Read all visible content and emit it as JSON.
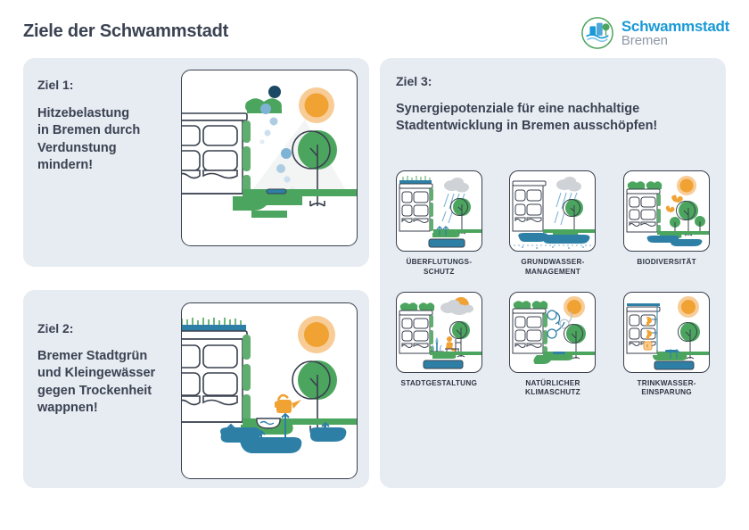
{
  "header": {
    "title": "Ziele der Schwammstadt",
    "logo": {
      "mark": "schwammstadt-emblem",
      "line1": "Schwammstadt",
      "line2": "Bremen",
      "color_primary": "#1b9ad6",
      "color_secondary": "#8d98a6"
    }
  },
  "colors": {
    "card_background": "#e7ebf2",
    "page_background": "#ffffff",
    "text": "#3a4252",
    "outline": "#39404e",
    "green": "#4ca55e",
    "green_light": "#7dc08a",
    "blue_water": "#2e7fa6",
    "blue_light": "#7fb3d5",
    "orange_sun": "#f0a233",
    "orange_light": "#f8cc96",
    "navy_dot": "#1b4965",
    "grey_cloud": "#cfd2d6"
  },
  "goals": [
    {
      "id": "ziel1",
      "label": "Ziel 1:",
      "text": "Hitzebelastung\nin Bremen durch\nVerdunstung\nmindern!",
      "illustration": "building-with-green-roof-sun-tree-evaporation-droplets"
    },
    {
      "id": "ziel2",
      "label": "Ziel 2:",
      "text": "Bremer Stadtgrün\nund Kleingewässer\ngegen Trockenheit\nwappnen!",
      "illustration": "building-with-green-roof-water-basins-watering-can-tree-sun"
    },
    {
      "id": "ziel3",
      "label": "Ziel 3:",
      "text": "Synergiepotenziale für eine nachhaltige\nStadtentwicklung in Bremen ausschöpfen!"
    }
  ],
  "synergies": [
    {
      "id": "ueberflutungsschutz",
      "label": "ÜBERFLUTUNGS-\nSCHUTZ",
      "illustration": "building-rain-cloud-retention-basin"
    },
    {
      "id": "grundwassermanagement",
      "label": "GRUNDWASSER-\nMANAGEMENT",
      "illustration": "building-rain-groundwater-infiltration"
    },
    {
      "id": "biodiversitaet",
      "label": "BIODIVERSITÄT",
      "illustration": "sun-butterflies-trees-pond"
    },
    {
      "id": "stadtgestaltung",
      "label": "STADTGESTALTUNG",
      "illustration": "fountain-bench-person-sun-behind-cloud"
    },
    {
      "id": "natuerlicher-klimaschutz",
      "label": "NATÜRLICHER\nKLIMASCHUTZ",
      "illustration": "sun-air-circulation-arrows-building-tree"
    },
    {
      "id": "trinkwassereinsparung",
      "label": "TRINKWASSER-\nEINSPARUNG",
      "illustration": "building-with-taps-water-tank-sun-tree"
    }
  ]
}
